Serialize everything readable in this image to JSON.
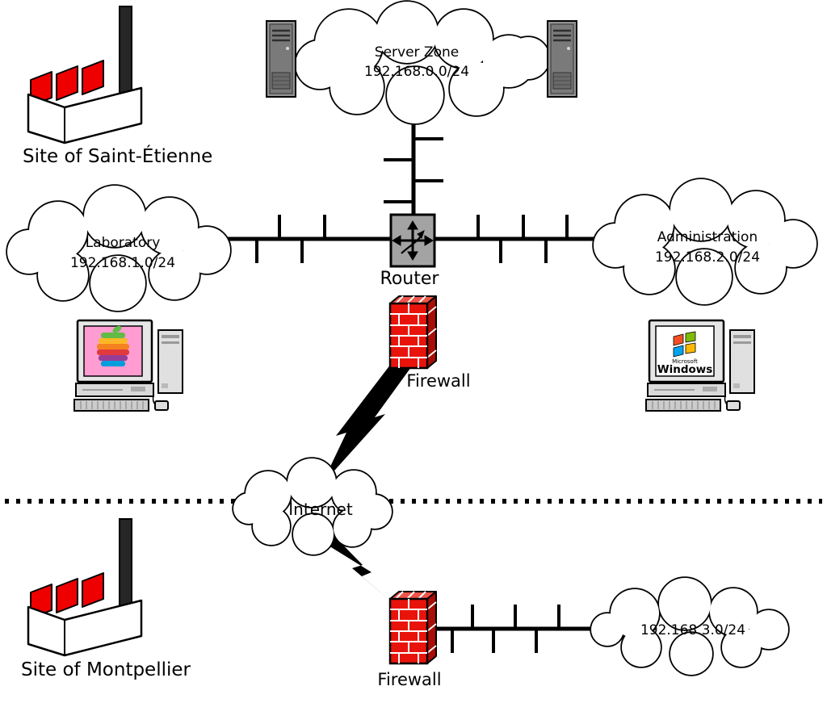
{
  "diagram": {
    "sites": {
      "saint_etienne": {
        "label": "Site of Saint-Étienne"
      },
      "montpellier": {
        "label": "Site of Montpellier"
      }
    },
    "clouds": {
      "server_zone": {
        "name": "Server Zone",
        "cidr": "192.168.0.0/24"
      },
      "laboratory": {
        "name": "Laboratory",
        "cidr": "192.168.1.0/24"
      },
      "administration": {
        "name": "Administration",
        "cidr": "192.168.2.0/24"
      },
      "internet": {
        "name": "Internet"
      },
      "montpellier_lan": {
        "cidr": "192.168.3.0/24"
      }
    },
    "nodes": {
      "router": {
        "label": "Router"
      },
      "firewall_top": {
        "label": "Firewall"
      },
      "firewall_bottom": {
        "label": "Firewall"
      }
    },
    "workstations": {
      "windows": {
        "brand_small": "Microsoft",
        "brand": "Windows"
      }
    },
    "icons": {
      "factory": "factory-icon",
      "server": "server-tower-icon",
      "router": "router-arrows-icon",
      "firewall": "brick-wall-icon",
      "cloud": "cloud-icon",
      "mac": "classic-mac-icon",
      "windows_pc": "windows-pc-icon",
      "lightning": "lightning-bolt-icon",
      "boundary": "dotted-separator-line"
    }
  },
  "colors": {
    "factory_red": "#ee0000",
    "chimney_dark": "#262626",
    "brick_red": "#e8140c",
    "brick_top": "#ef544a",
    "brick_side": "#a80e06",
    "router_gray": "#a3a3a3",
    "mac_screen_pink": "#ff9cd1",
    "apple_green": "#61bb46",
    "apple_yellow": "#fdb827",
    "apple_orange": "#f5821f",
    "apple_red": "#e03a3e",
    "apple_purple": "#963d97",
    "apple_blue": "#009ddc",
    "win_red": "#f25022",
    "win_green": "#7fba00",
    "win_blue": "#00a4ef",
    "win_yellow": "#ffb900"
  }
}
